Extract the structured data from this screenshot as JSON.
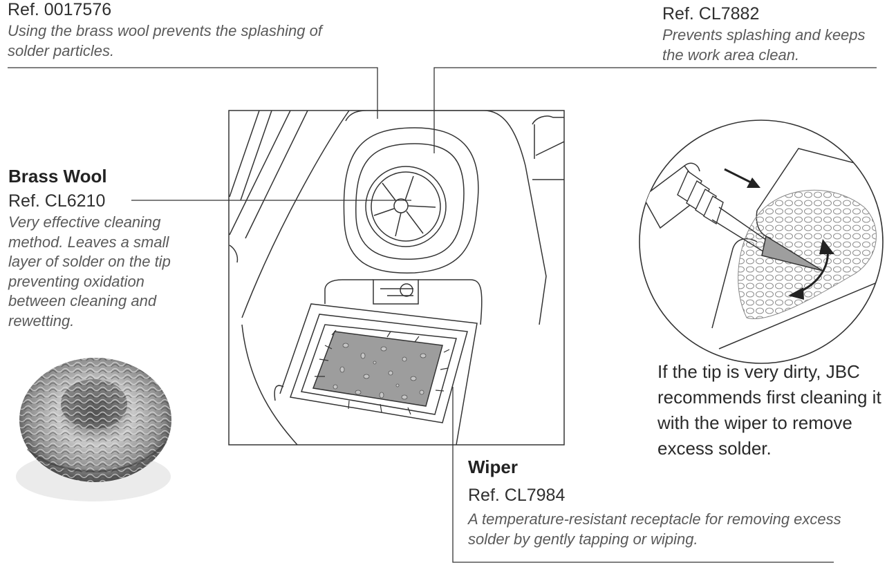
{
  "callouts": {
    "splash_cup": {
      "ref": "Ref. 0017576",
      "description": "Using the brass wool prevents the splashing of solder particles."
    },
    "splash_guard": {
      "ref": "Ref. CL7882",
      "description": "Prevents splashing and keeps the work area clean."
    },
    "brass_wool": {
      "heading": "Brass Wool",
      "ref": "Ref. CL6210",
      "description": "Very effective cleaning method. Leaves a small layer of solder on the tip preventing oxidation between cleaning and rewetting."
    },
    "wiper": {
      "heading": "Wiper",
      "ref": "Ref. CL7984",
      "description": "A temperature-resistant receptacle for removing excess solder by gently tapping or wiping."
    }
  },
  "tip_note": "If the tip is very dirty, JBC recommends first cleaning it with the wiper to remove excess solder.",
  "colors": {
    "line": "#333333",
    "sponge": "#9d9d9d",
    "steel_dark": "#5b5b5b",
    "steel_light": "#c8c8c8"
  },
  "icons": {
    "arrow_in": "arrow-right-down-icon",
    "curved_arrow": "double-curved-arrow-icon"
  }
}
